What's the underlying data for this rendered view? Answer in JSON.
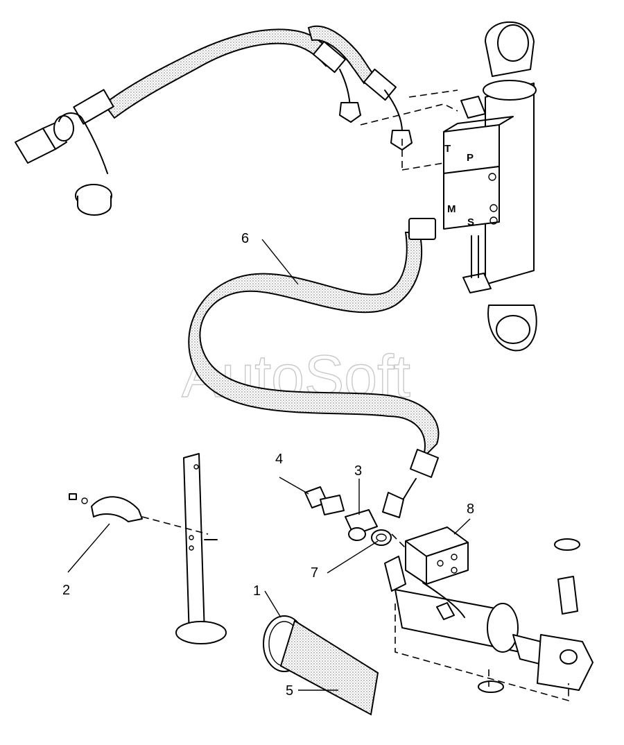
{
  "callouts": [
    {
      "id": "1",
      "label": "1"
    },
    {
      "id": "2",
      "label": "2"
    },
    {
      "id": "3",
      "label": "3"
    },
    {
      "id": "4",
      "label": "4"
    },
    {
      "id": "5",
      "label": "5"
    },
    {
      "id": "6",
      "label": "6"
    },
    {
      "id": "7",
      "label": "7"
    },
    {
      "id": "8",
      "label": "8"
    }
  ],
  "ports": {
    "t": "T",
    "p": "P",
    "m": "M",
    "s": "S"
  },
  "watermark": "AutoSoft"
}
